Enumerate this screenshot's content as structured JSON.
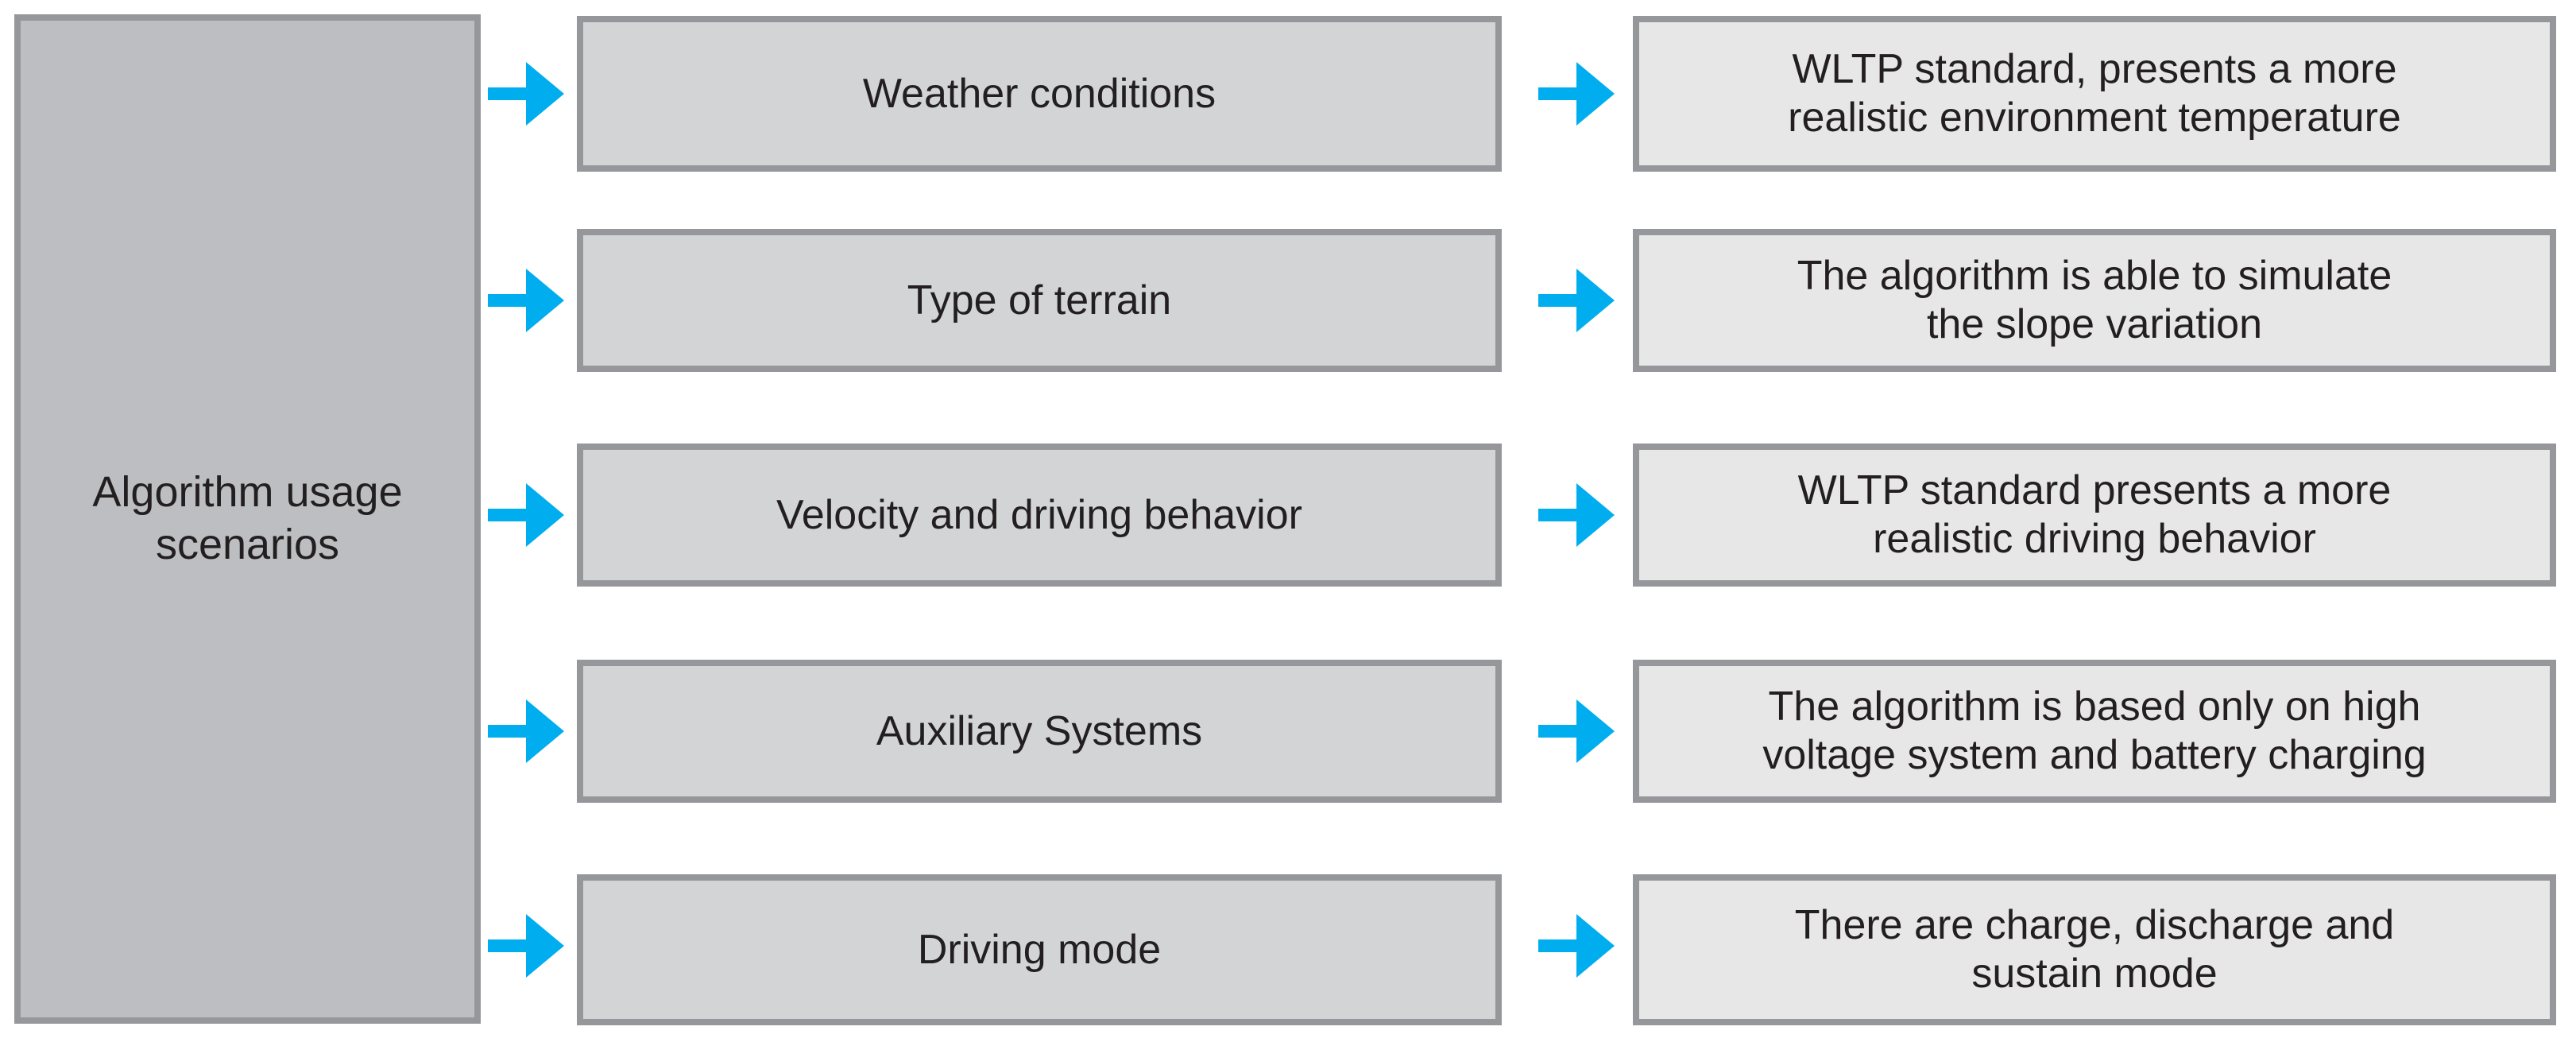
{
  "diagram": {
    "source": {
      "label": "Algorithm usage\nscenarios"
    },
    "arrow_icon_name": "right-arrow-icon",
    "colors": {
      "arrow": "#00aeef",
      "source_fill": "#bcbec1",
      "factor_fill": "#d2d4d5",
      "outcome_fill": "#e7e7e7",
      "border": "#95979b",
      "text": "#231f20",
      "background": "#ffffff"
    },
    "rows": [
      {
        "factor": "Weather conditions",
        "outcome": "WLTP standard, presents a more\nrealistic environment temperature"
      },
      {
        "factor": "Type of terrain",
        "outcome": "The algorithm is able to simulate\nthe slope variation"
      },
      {
        "factor": "Velocity and driving behavior",
        "outcome": "WLTP standard presents a more\nrealistic driving behavior"
      },
      {
        "factor": "Auxiliary Systems",
        "outcome": "The algorithm is based only on high\nvoltage system and battery charging"
      },
      {
        "factor": "Driving mode",
        "outcome": "There are charge, discharge and\nsustain mode"
      }
    ]
  }
}
